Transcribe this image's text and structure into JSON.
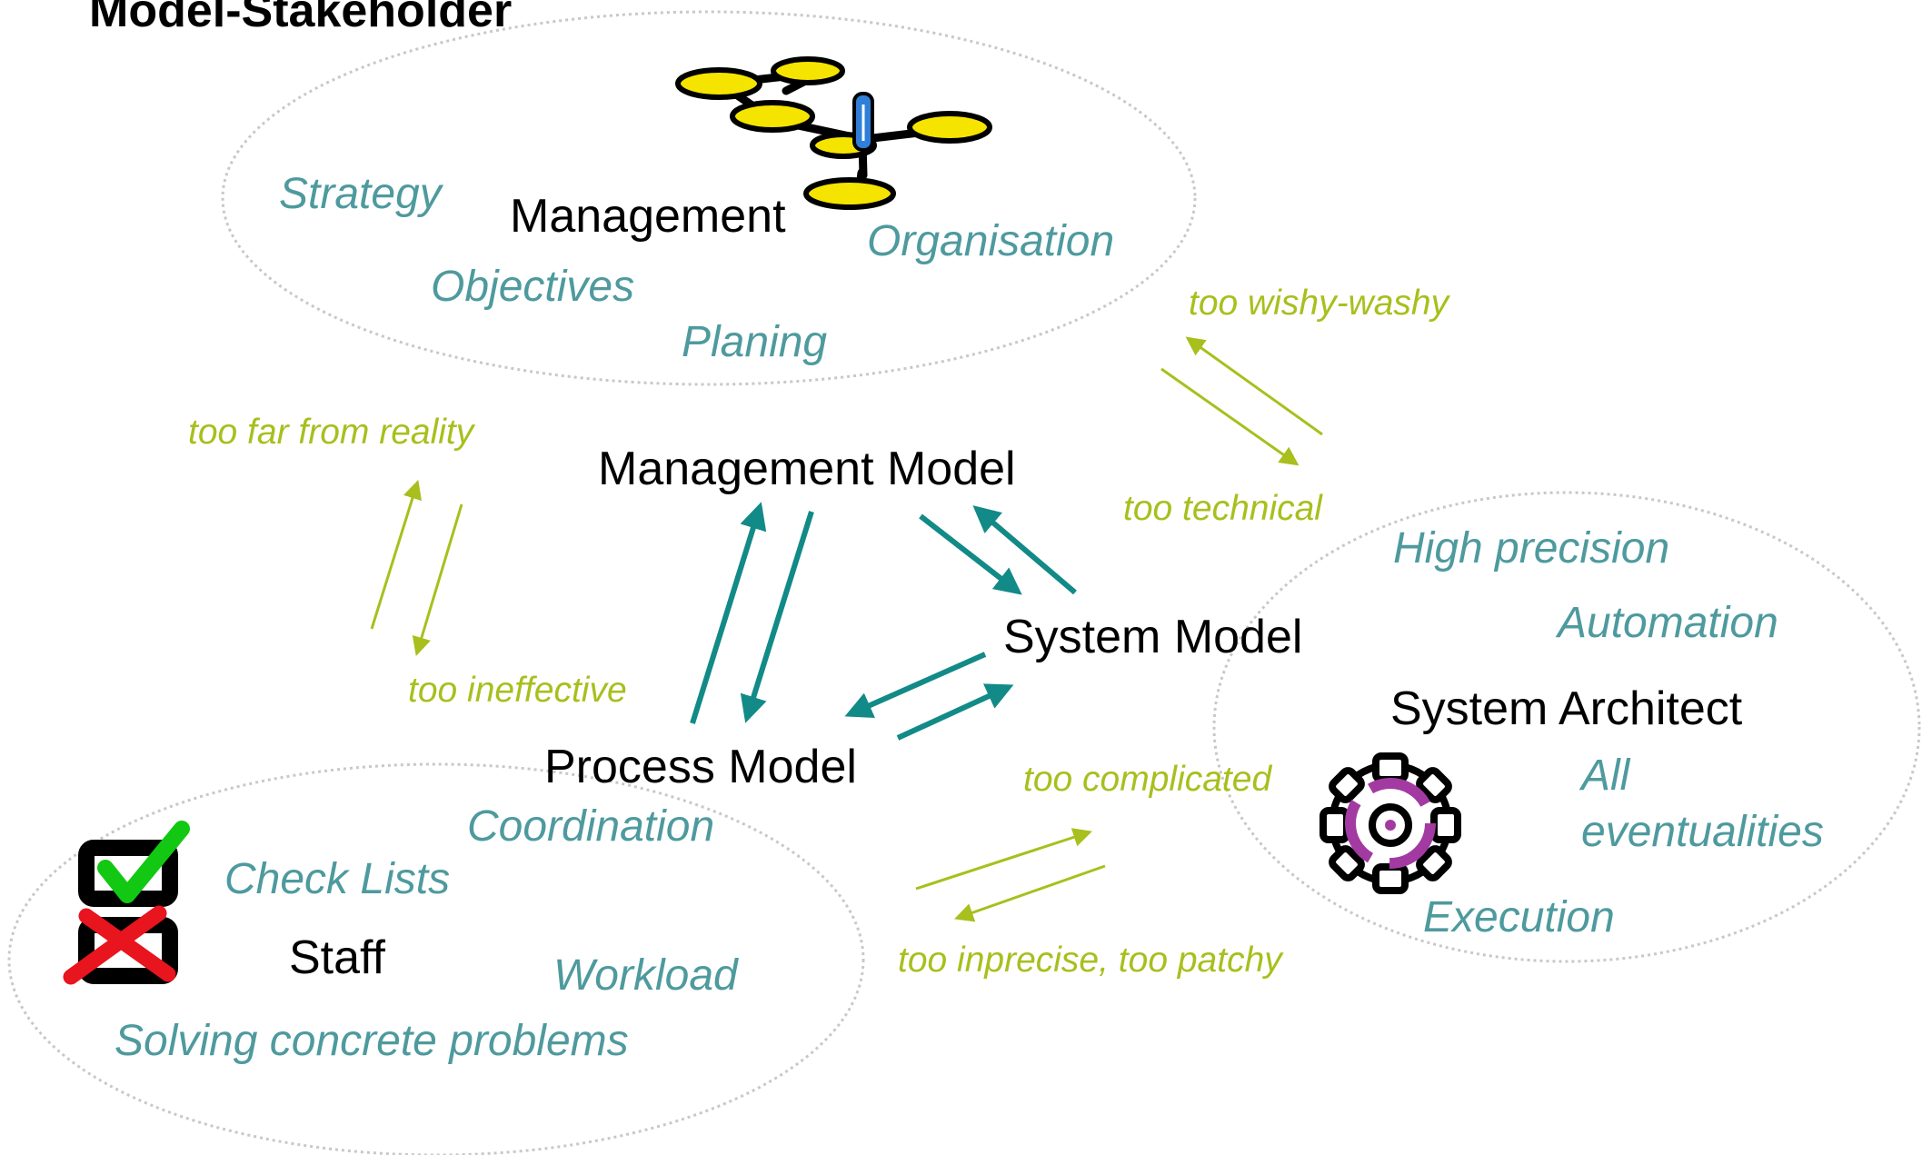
{
  "title": "Model-Stakeholder",
  "colors": {
    "keyword": "#4e9a9e",
    "criticism": "#a8bf1d",
    "model_arrow": "#128a87",
    "ellipse_border": "#c8c8c8"
  },
  "stakeholders": {
    "management": {
      "name": "Management",
      "keywords": [
        "Strategy",
        "Organisation",
        "Objectives",
        "Planing"
      ]
    },
    "system_architect": {
      "name": "System Architect",
      "keywords": [
        "High precision",
        "Automation",
        "All",
        "eventualities",
        "Execution"
      ]
    },
    "staff": {
      "name": "Staff",
      "keywords": [
        "Coordination",
        "Check Lists",
        "Workload",
        "Solving concrete problems"
      ]
    }
  },
  "models": {
    "management": "Management Model",
    "system": "System Model",
    "process": "Process Model"
  },
  "criticisms": {
    "wishy_washy": "too wishy-washy",
    "technical": "too technical",
    "far_from_reality": "too far from reality",
    "ineffective": "too ineffective",
    "complicated": "too complicated",
    "imprecise": "too inprecise, too patchy"
  },
  "icons": [
    "org-chart-icon",
    "gear-icon",
    "checklist-icon"
  ]
}
